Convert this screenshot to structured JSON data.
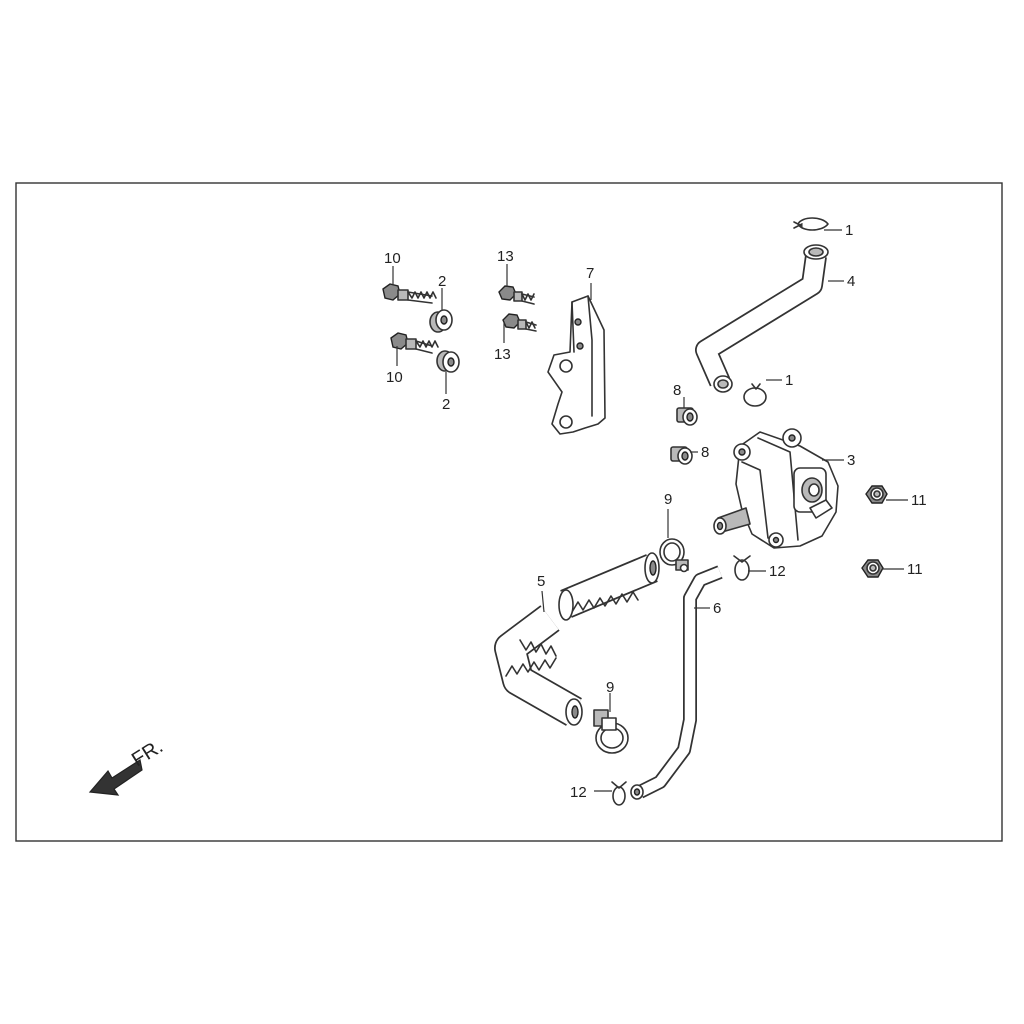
{
  "diagram": {
    "front_label": "FR.",
    "callouts": {
      "c1a": "1",
      "c1b": "1",
      "c2a": "2",
      "c2b": "2",
      "c3": "3",
      "c4": "4",
      "c5": "5",
      "c6": "6",
      "c7": "7",
      "c8a": "8",
      "c8b": "8",
      "c9a": "9",
      "c9b": "9",
      "c10a": "10",
      "c10b": "10",
      "c11a": "11",
      "c11b": "11",
      "c12a": "12",
      "c12b": "12",
      "c13a": "13",
      "c13b": "13"
    }
  }
}
